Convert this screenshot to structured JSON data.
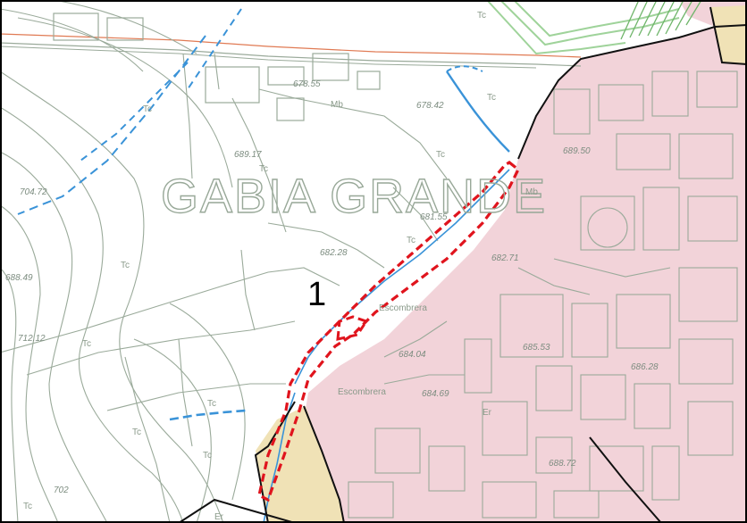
{
  "place_name": "GABIA  GRANDE",
  "area_number": "1",
  "colors": {
    "urban_fill": "#f2d3d9",
    "tan_fill": "#f0e2b6",
    "green_band": "#9fd39a",
    "study_outline": "#e0141d",
    "stream": "#3a93d8",
    "road_edge": "#e07a53",
    "linework": "#9aaa9a",
    "black_boundary": "#111111"
  },
  "labels": {
    "l1": "Tc",
    "l2": "Tc",
    "l3": "Mb",
    "l4": "Tc",
    "l5": "Tc",
    "l6": "Tc",
    "l7": "Tc",
    "l8": "Tc",
    "l9": "Tc",
    "l10": "Tc",
    "l11": "Mb",
    "l12": "Tc",
    "l13": "Tc",
    "l14": "Tc",
    "l15": "Er",
    "l16": "Er",
    "escombrera1": "Escombrera",
    "escombrera2": "Escombrera"
  },
  "elevations": {
    "e1": "678.55",
    "e2": "678.42",
    "e3": "689.17",
    "e4": "704.72",
    "e5": "681.55",
    "e6": "682.28",
    "e7": "682.71",
    "e8": "688.49",
    "e9": "712.12",
    "e10": "684.04",
    "e11": "685.53",
    "e12": "684.69",
    "e13": "686.28",
    "e14": "688.72",
    "e15": "702",
    "e16": "689.50"
  }
}
